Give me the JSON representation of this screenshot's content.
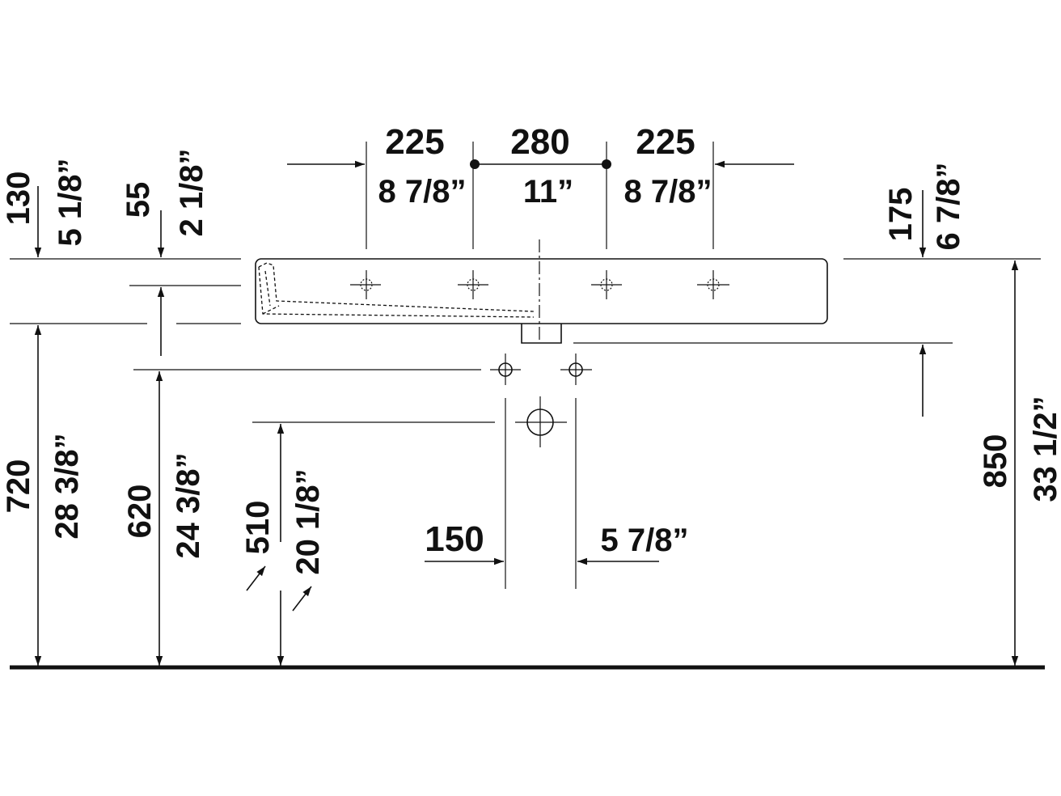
{
  "dimensions": {
    "top": {
      "left_mm": "225",
      "left_in": "8 7/8”",
      "center_mm": "280",
      "center_in": "11”",
      "right_mm": "225",
      "right_in": "8 7/8”"
    },
    "left_offset_130": {
      "mm": "130",
      "in": "5 1/8”"
    },
    "left_offset_55": {
      "mm": "55",
      "in": "2 1/8”"
    },
    "right_offset_175": {
      "mm": "175",
      "in": "6 7/8”"
    },
    "height_720": {
      "mm": "720",
      "in": "28 3/8”"
    },
    "height_620": {
      "mm": "620",
      "in": "24 3/8”"
    },
    "height_510": {
      "mm": "510",
      "in": "20 1/8”"
    },
    "height_850": {
      "mm": "850",
      "in": "33 1/2”"
    },
    "spacing_150": {
      "mm": "150",
      "in": "5 7/8”"
    }
  }
}
